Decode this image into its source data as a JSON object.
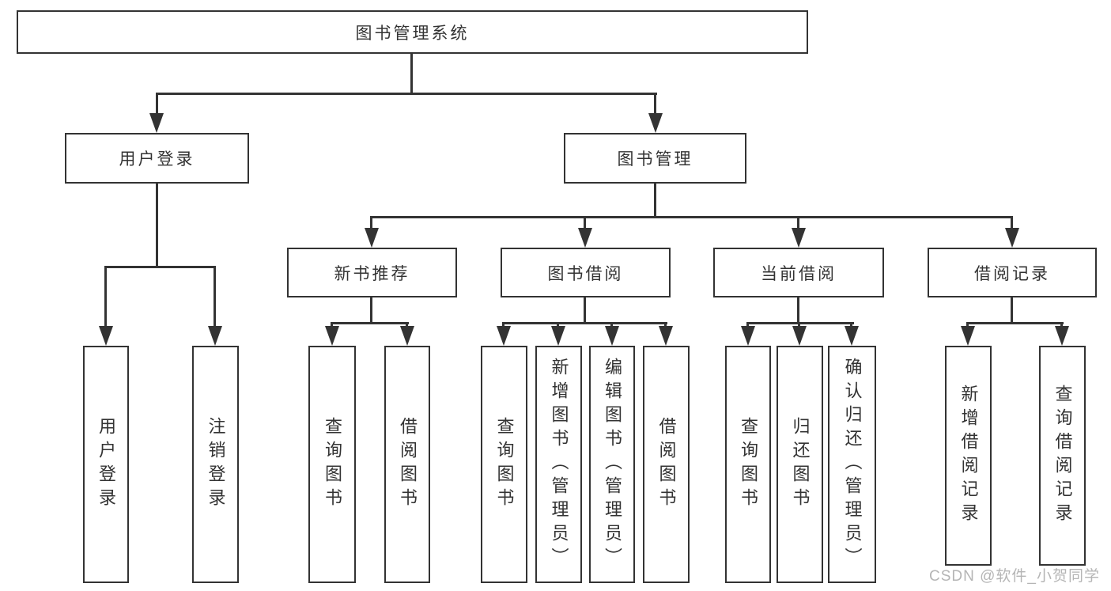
{
  "diagram": {
    "root": {
      "label": "图书管理系统"
    },
    "branches": [
      {
        "label": "用户登录",
        "children": [
          {
            "label": "用户登录"
          },
          {
            "label": "注销登录"
          }
        ]
      },
      {
        "label": "图书管理",
        "children": [
          {
            "label": "新书推荐",
            "children": [
              {
                "label": "查询图书"
              },
              {
                "label": "借阅图书"
              }
            ]
          },
          {
            "label": "图书借阅",
            "children": [
              {
                "label": "查询图书"
              },
              {
                "label": "新增图书（管理员）"
              },
              {
                "label": "编辑图书（管理员）"
              },
              {
                "label": "借阅图书"
              }
            ]
          },
          {
            "label": "当前借阅",
            "children": [
              {
                "label": "查询图书"
              },
              {
                "label": "归还图书"
              },
              {
                "label": "确认归还（管理员）"
              }
            ]
          },
          {
            "label": "借阅记录",
            "children": [
              {
                "label": "新增借阅记录"
              },
              {
                "label": "查询借阅记录"
              }
            ]
          }
        ]
      }
    ]
  },
  "watermark": {
    "text": "CSDN @软件_小贺同学"
  },
  "colors": {
    "line": "#333333",
    "text": "#333333",
    "watermark": "#b5b5b5",
    "background": "#ffffff"
  }
}
